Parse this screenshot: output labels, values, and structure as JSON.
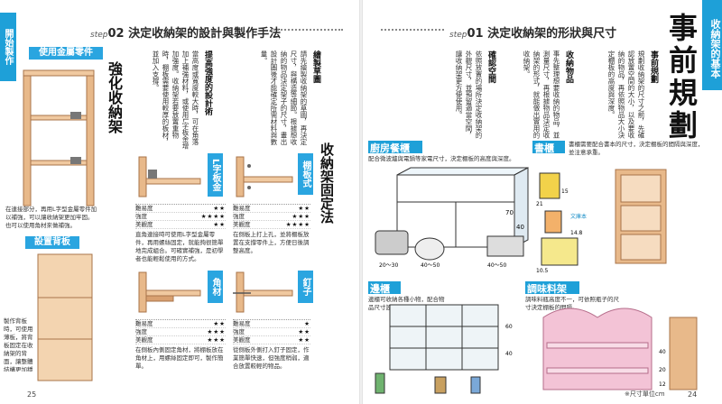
{
  "left": {
    "side_tab": "開始製作",
    "step_label": "step",
    "step_num": "02",
    "step_title": "決定收納架的設計與製作手法",
    "metal_parts_label": "使用金屬零件",
    "strengthen_title": "強化收納架",
    "l_bracket_label": "L字板金",
    "angle_label": "角材",
    "back_panel_label": "設置背板",
    "shelf_support_label": "棚板式",
    "nail_label": "釘子",
    "fix_title": "收納架固定法",
    "blocks": [
      {
        "head": "繪製草圖",
        "text": "請先繪製收納架的草圖，再決定尺寸，與構造等細節。根據想收納的物品決定架子的尺寸，畫出設計圖後才能確定所需材料與數量。"
      },
      {
        "head": "提高強度的設計術",
        "text": "當高度或寬度較大時，可在角落加上補強材料，或使用L字板金增加強度。收納架若要放置重物時，棚板需要使用較厚的板材，並加入支撐。"
      }
    ],
    "metal_caption": "在連接部分，再用L字型金屬零件加以補強，可以讓收納架更加牢固。也可以使用角材來做補強。",
    "back_caption": "製作背板時，可使用薄板，將背板固定在收納架的背面，讓整體結構更加穩固。",
    "l_caption": "直角連接時可使用L字型金屬零件，再用螺絲固定，就能夠很簡單地完成組合。可確實補強，是初學者也能輕鬆使用的方式。",
    "shelf_caption": "在側板上打上孔，並將棚板放置在支撐零件上，方便日後調整高度。",
    "angle_caption": "在側板內側固定角材，將棚板放在角材上，用螺絲固定即可，製作簡單。",
    "nail_caption": "從側板外側打入釘子固定，作業簡單快速，但強度稍弱，適合放置較輕的物品。",
    "rating_labels": [
      "難易度",
      "強度",
      "美觀度"
    ],
    "ratings": {
      "l": [
        "★★",
        "★★★★",
        "★★"
      ],
      "shelf": [
        "★★",
        "★★★",
        "★★★★"
      ],
      "angle": [
        "★★",
        "★★★",
        "★★★"
      ],
      "nail": [
        "★",
        "★★",
        "★★"
      ]
    },
    "page_number": "25"
  },
  "right": {
    "sub_tab": "收納架的基本",
    "big_title": "事前規劃",
    "step_label": "step",
    "step_num": "01",
    "step_title": "決定收納架的形狀與尺寸",
    "blocks": [
      {
        "head": "事前規劃",
        "text": "規劃收納架的尺寸之前，先確認放置空間的大小，以及要收納的物品，再依照物品大小決定棚板的高度與深度。"
      },
      {
        "head": "收納物品",
        "text": "事先整理想要收納的物品，並測量尺寸，再根據物品決定收納架的形式，就能做出實用的收納架。"
      },
      {
        "head": "確認空間",
        "text": "依照放置的場所決定收納架的外觀尺寸，並預留適當空間，讓收納架更方便使用。"
      }
    ],
    "kitchen_title": "廚房餐櫃",
    "kitchen_caption": "配合微波爐與電鍋等家電尺寸，決定棚板的高度與深度。",
    "bookcase_title": "書櫃",
    "bookcase_caption": "書櫃需要配合書本的尺寸，決定棚板的間隔與深度，並注意承重。",
    "storage_title": "邊櫃",
    "storage_caption": "邊櫃可收納各種小物，配合物品尺寸設計抽屜與棚板。",
    "spice_title": "調味料架",
    "spice_caption": "調味料瓶高度不一，可依照瓶子的尺寸決定棚板的間隔。",
    "dims": {
      "k1": "70",
      "k2": "40",
      "k3": "20～30",
      "k4": "40～50",
      "k5": "40～50",
      "b1": "21",
      "b2": "15",
      "b3": "10.5",
      "b4": "14.8",
      "s1": "60",
      "s2": "40",
      "s3": "40",
      "s4": "20",
      "s5": "12"
    },
    "bookcase_label": "文庫本",
    "unit_note": "※尺寸單位cm",
    "page_number": "24"
  },
  "colors": {
    "accent": "#1ea0d8",
    "wood": "#e8b98a",
    "pink": "#f3c3d6"
  }
}
